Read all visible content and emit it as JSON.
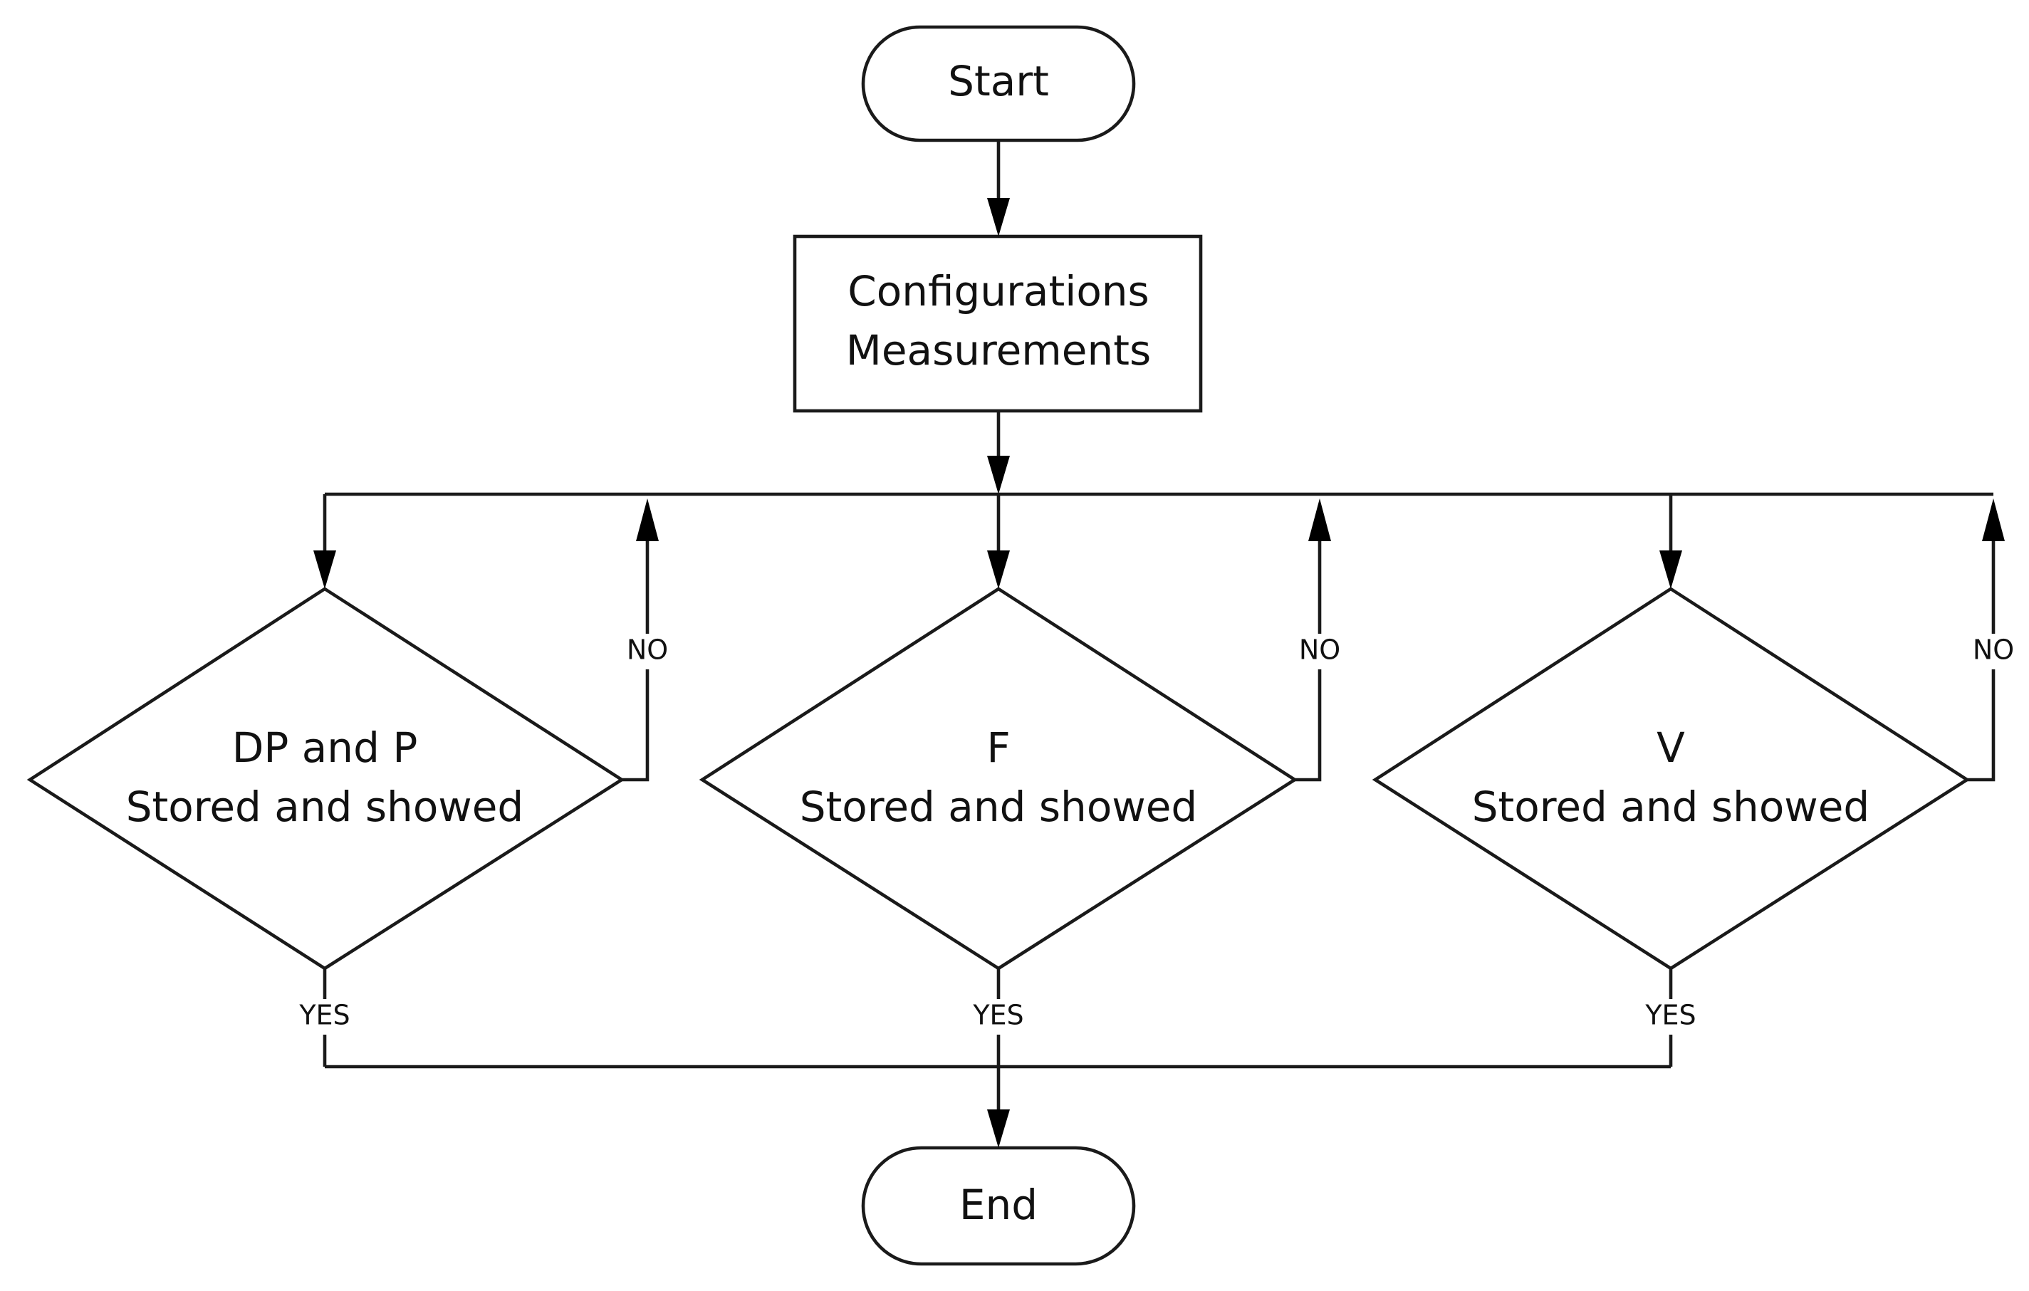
{
  "nodes": {
    "start": {
      "label": "Start"
    },
    "config": {
      "lines": [
        "Configurations",
        "Measurements"
      ]
    },
    "decision_dp": {
      "lines": [
        "DP and P",
        "Stored and showed"
      ]
    },
    "decision_f": {
      "lines": [
        "F",
        "Stored and showed"
      ]
    },
    "decision_v": {
      "lines": [
        "V",
        "Stored and showed"
      ]
    },
    "end": {
      "label": "End"
    }
  },
  "edge_labels": {
    "no": "NO",
    "yes": "YES"
  },
  "colors": {
    "stroke": "#1a1a1a",
    "fill": "#ffffff",
    "text": "#111111"
  }
}
